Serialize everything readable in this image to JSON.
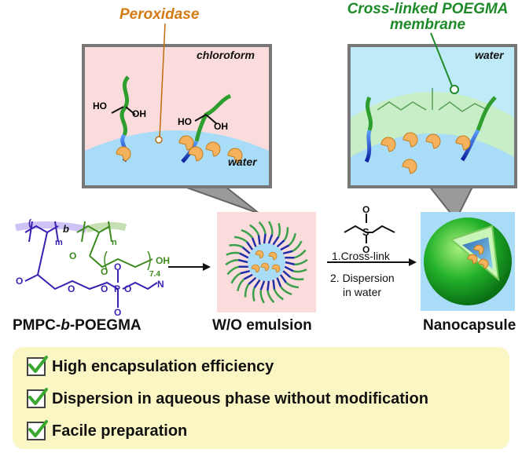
{
  "labels": {
    "peroxidase": "Peroxidase",
    "crosslinked_line1": "Cross-linked POEGMA",
    "crosslinked_line2": "membrane",
    "chloroform": "chloroform",
    "water_left": "water",
    "water_right": "water",
    "polymer": "PMPC-b-POEGMA",
    "emulsion": "W/O emulsion",
    "nanocapsule": "Nanocapsule",
    "step1": "1.Cross-link",
    "step2_line1": "2. Dispersion",
    "step2_line2": "in water"
  },
  "polymer_structure": {
    "sub_m": "m",
    "b": "b",
    "sub_n": "n",
    "sub_74": "7.4",
    "oh": "OH",
    "o": "O",
    "p": "P",
    "o_minus": "O",
    "n_plus": "N"
  },
  "ho_labels": {
    "ho": "HO",
    "oh": "OH"
  },
  "divinylsulfone": {
    "s": "S",
    "o": "O"
  },
  "features": [
    "High encapsulation efficiency",
    "Dispersion in aqueous phase without modification",
    "Facile preparation"
  ],
  "colors": {
    "peroxidase_text": "#d47a12",
    "membrane_text": "#1f8a2a",
    "pmpc_block": "#3a1fb0",
    "poegma_block": "#3d8a1e",
    "water": "#a9dcf6",
    "chloroform": "#f9dede",
    "feature_bg": "#fbf7c4"
  }
}
